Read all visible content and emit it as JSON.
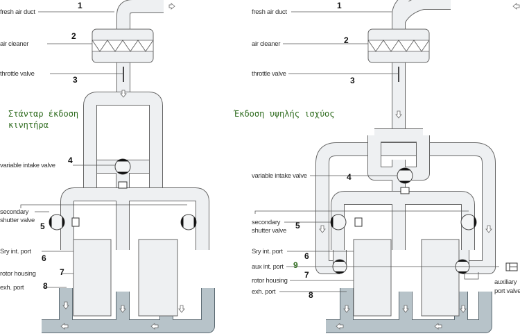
{
  "left": {
    "title_line1": "Στάνταρ έκδοση",
    "title_line2": "κινητήρα",
    "labels": {
      "fresh_air_duct": "fresh air duct",
      "air_cleaner": "air cleaner",
      "throttle_valve": "throttle valve",
      "variable_intake_valve": "variable intake valve",
      "secondary_line1": "secondary",
      "secondary_line2": "shutter valve",
      "sry_int_port": "Sry int. port",
      "rotor_housing": "rotor housing",
      "exh_port": "exh. port"
    },
    "numbers": [
      "1",
      "2",
      "3",
      "4",
      "5",
      "6",
      "7",
      "8"
    ]
  },
  "right": {
    "title": "Έκδοση υψηλής ισχύος",
    "labels": {
      "fresh_air_duct": "fresh air duct",
      "air_cleaner": "air cleaner",
      "throttle_valve": "throttle valve",
      "variable_intake_valve": "variable intake valve",
      "secondary_line1": "secondary",
      "secondary_line2": "shutter valve",
      "sry_int_port": "Sry int. port",
      "aux_int_port": "aux int. port",
      "rotor_housing": "rotor housing",
      "exh_port": "exh. port",
      "auxiliary_line1": "auxiliary",
      "auxiliary_line2": "port valve"
    },
    "numbers": [
      "1",
      "2",
      "3",
      "4",
      "5",
      "6",
      "7",
      "8",
      "9"
    ]
  }
}
